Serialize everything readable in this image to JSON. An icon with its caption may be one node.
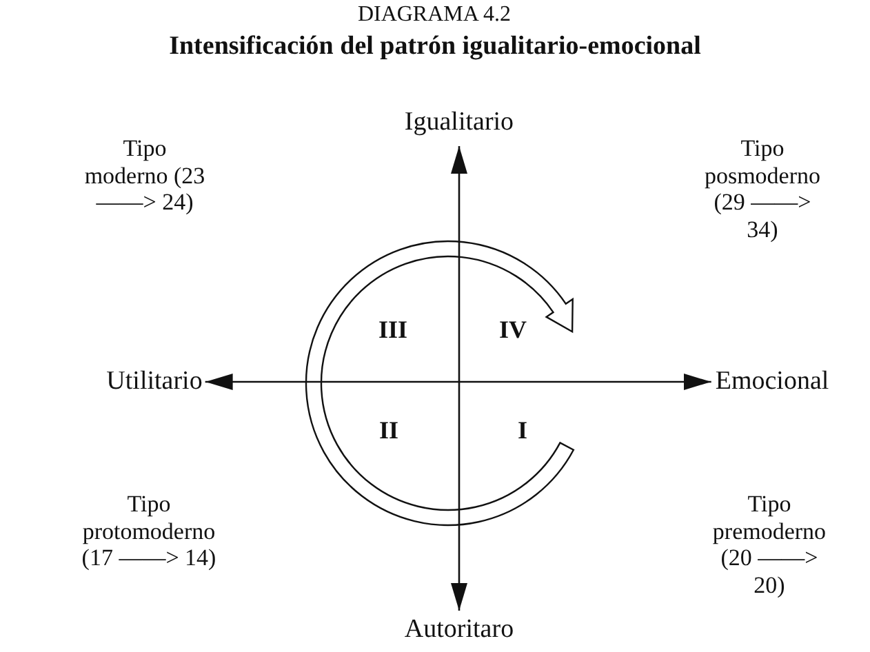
{
  "diagram": {
    "title": "Intensificación del patrón igualitario-emocional",
    "nodes": [
      {
        "text": [
          "Igualitario"
        ]
      },
      {
        "text": [
          "Utilitario"
        ]
      },
      {
        "text": [
          "Emocional"
        ]
      },
      {
        "text": [
          "Autoritaro"
        ]
      }
    ],
    "edges": [
      {
        "from": 3,
        "to": 0,
        "arrow": "both"
      },
      {
        "from": 1,
        "to": 2,
        "arrow": "both"
      }
    ],
    "labels": [
      "DIAGRAMA 4.2",
      "Tipo moderno (23 ——> 24)",
      "Tipo posmoderno (29 ——> 34)",
      "III",
      "IV",
      "II",
      "I",
      "Tipo protomoderno (17 ——> 14)",
      "Tipo premoderno (20 ——> 20)"
    ]
  }
}
